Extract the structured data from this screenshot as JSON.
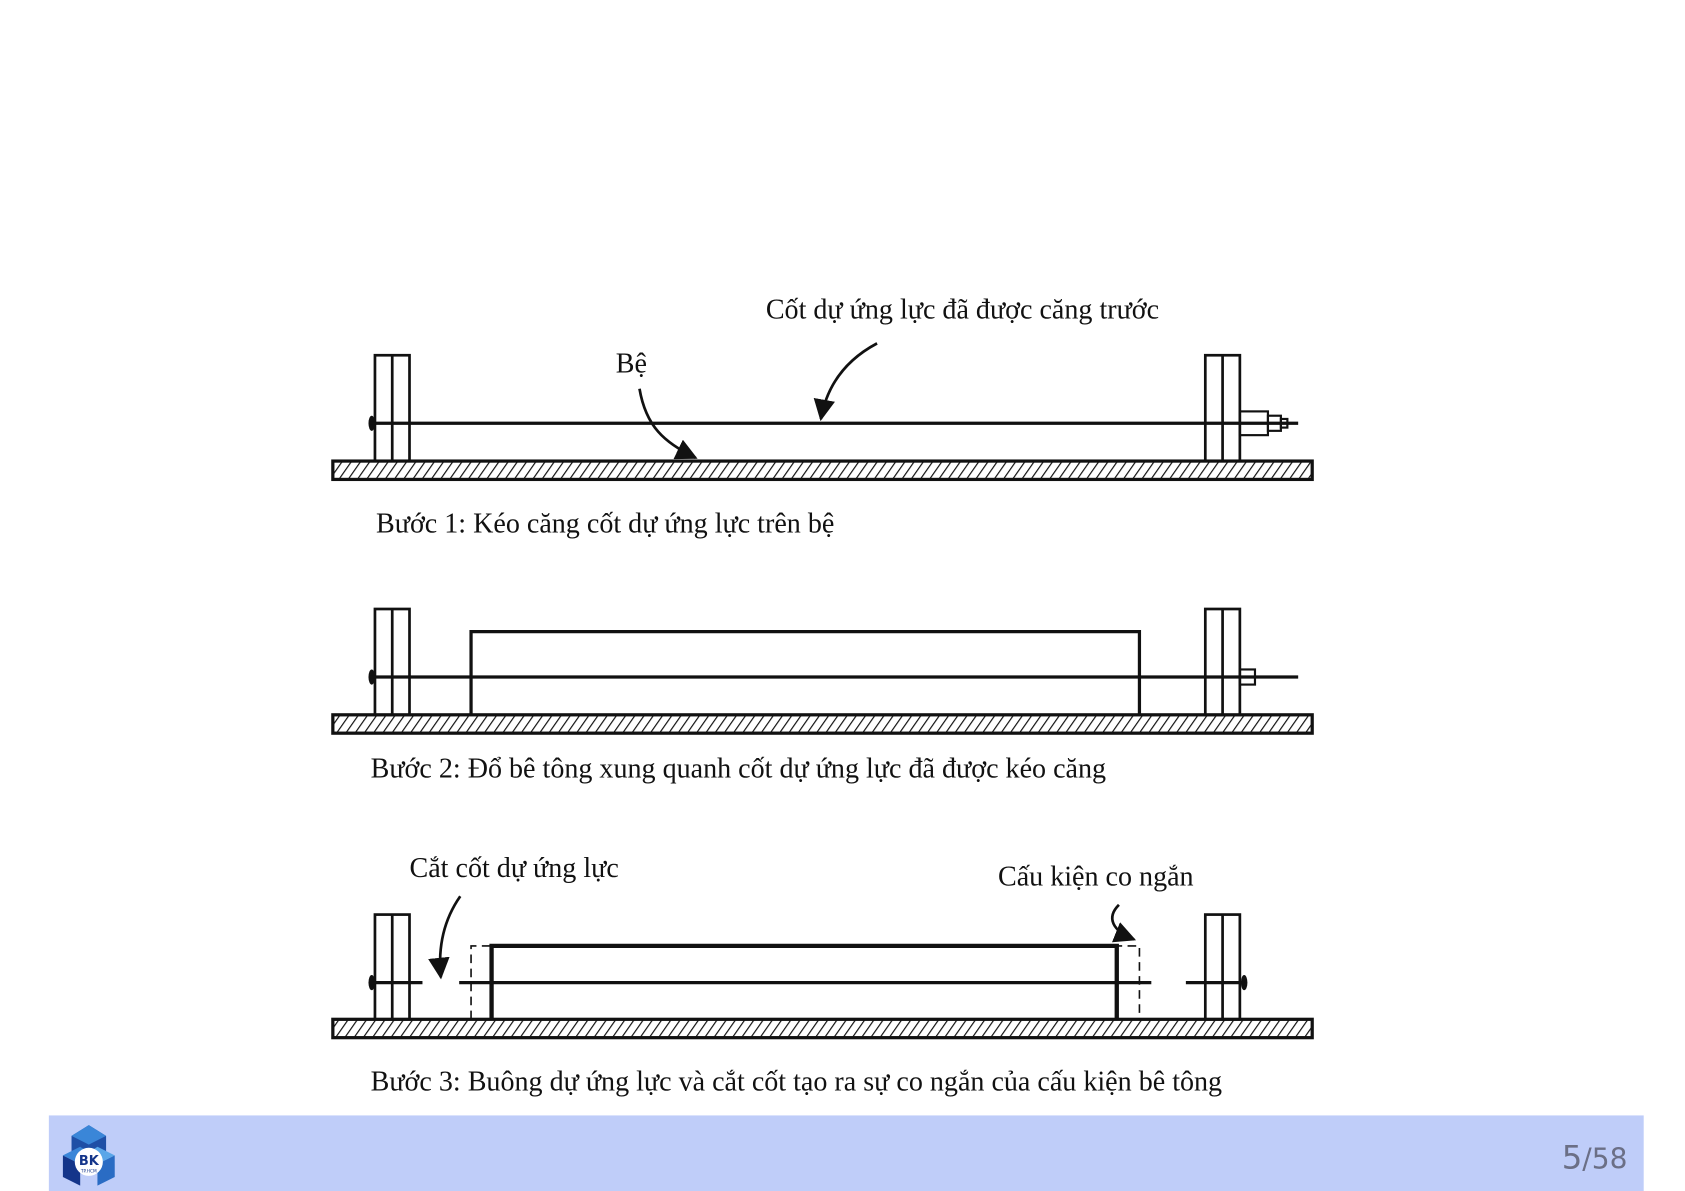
{
  "slide": {
    "labels": {
      "tendon_prestressed": "Cốt dự ứng lực đã được căng trước",
      "bed": "Bệ",
      "cut_tendon": "Cắt cốt dự ứng lực",
      "member_shortening": "Cấu kiện co ngắn"
    },
    "steps": [
      {
        "caption": "Bước 1: Kéo căng cốt dự ứng lực trên bệ"
      },
      {
        "caption": "Bước 2: Đổ bê tông xung quanh cốt dự ứng lực đã được kéo căng"
      },
      {
        "caption": "Bước 3: Buông dự ứng lực và cắt cốt tạo ra sự co ngắn của cấu kiện bê tông"
      }
    ]
  },
  "footer": {
    "logo_text": "BK",
    "logo_subtext": "TP.HCM",
    "page_current": "5",
    "page_separator": "/",
    "page_total": "58",
    "bar_color": "#bfcdf9"
  }
}
